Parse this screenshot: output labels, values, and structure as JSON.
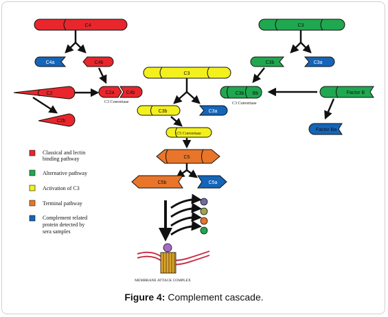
{
  "caption": {
    "label": "Figure 4:",
    "text": " Complement cascade."
  },
  "colors": {
    "classical": "#e8262c",
    "alternative": "#1fa84f",
    "activation": "#f3f01e",
    "terminal": "#e8752a",
    "related": "#1565b8"
  },
  "nodes": {
    "c4": "C4",
    "c4a": "C4a",
    "c4b": "C4b",
    "c3_top": "C3",
    "c3b_right": "C3b",
    "c3a_right": "C3a",
    "c2": "C2",
    "c2b": "C2b",
    "c2a": "C2a",
    "c4b_conv": "C4b",
    "c3_center": "C3",
    "c3b_center": "C3b",
    "c3a_center": "C3a",
    "c3b_alt": "C3b",
    "bb": "Bb",
    "factor_b": "Factor B",
    "factor_ba": "Factor Ba",
    "c5": "C5",
    "c5b": "C5b",
    "c5a": "C5a"
  },
  "convertase_labels": {
    "c3_left": "C3 Convertase",
    "c3_right": "C3 Convertase",
    "c5": "C5 Convertase"
  },
  "legend": [
    {
      "label": "Classical and lectin",
      "label2": "binding pathway",
      "color": "#e8262c"
    },
    {
      "label": "Alternative pathway",
      "label2": "",
      "color": "#1fa84f"
    },
    {
      "label": "Activation of C3",
      "label2": "",
      "color": "#f3f01e"
    },
    {
      "label": "Terminal pathway",
      "label2": "",
      "color": "#e8752a"
    },
    {
      "label": "Complement related",
      "label2": "protein detected by",
      "label3": "sera samples",
      "color": "#1565b8"
    }
  ],
  "mac_label": "MEMBRANE ATTACK COMPLEX"
}
